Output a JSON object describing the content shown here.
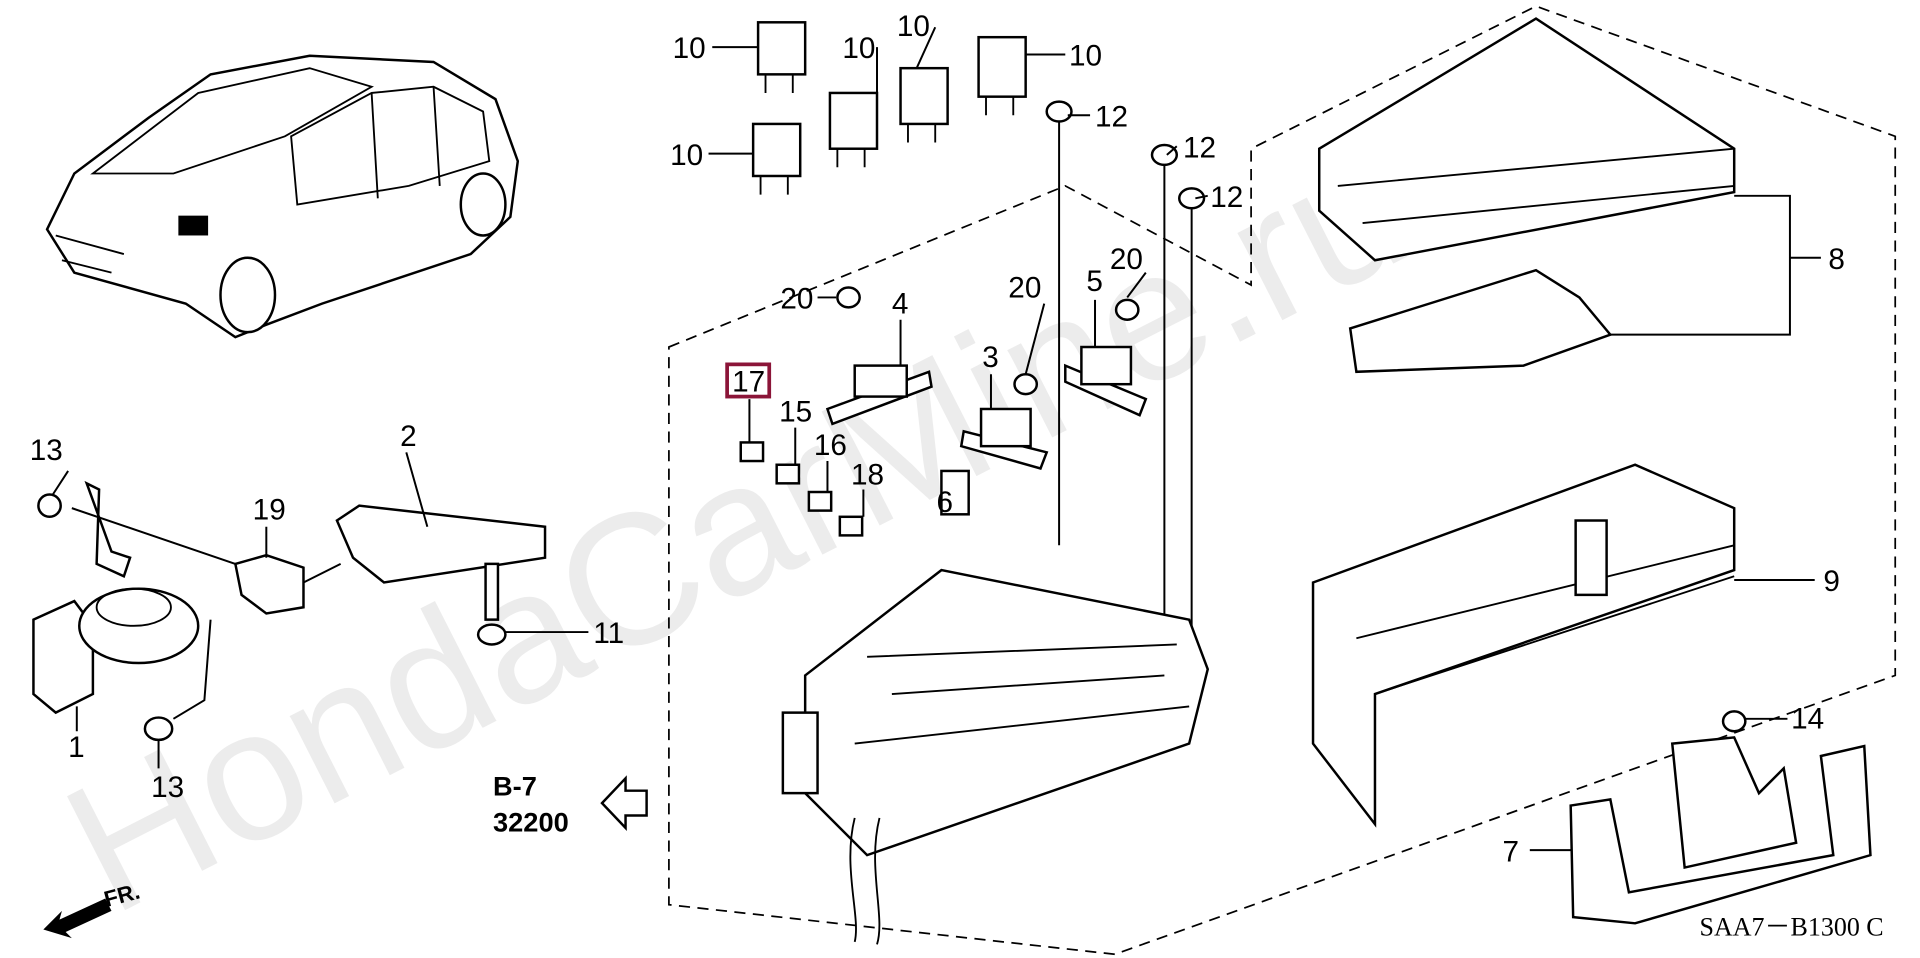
{
  "diagram": {
    "watermark": "HondaCarMine.ru",
    "diagram_code": "SAA7－B1300 C",
    "reference": {
      "section": "B-7",
      "group": "32200"
    },
    "front_indicator": "FR.",
    "highlight_color": "#8b1538",
    "highlighted_part": "17",
    "callouts": {
      "relay_a": "10",
      "relay_b": "10",
      "relay_c": "10",
      "relay_d": "10",
      "relay_e": "10",
      "bolt_12a": "12",
      "bolt_12b": "12",
      "bolt_12c": "12",
      "bolt_20a": "20",
      "bolt_20b": "20",
      "bolt_20c": "20",
      "relay_4": "4",
      "relay_5": "5",
      "relay_3": "3",
      "fuse_6": "6",
      "fuse_17": "17",
      "fuse_15": "15",
      "fuse_16": "16",
      "fuse_18": "18",
      "cover_8": "8",
      "box_9": "9",
      "bolt_14": "14",
      "bracket_7": "7",
      "bolt_13a": "13",
      "bolt_13b": "13",
      "horn_1": "1",
      "stay_19": "19",
      "bracket_2": "2",
      "bolt_11": "11"
    }
  }
}
